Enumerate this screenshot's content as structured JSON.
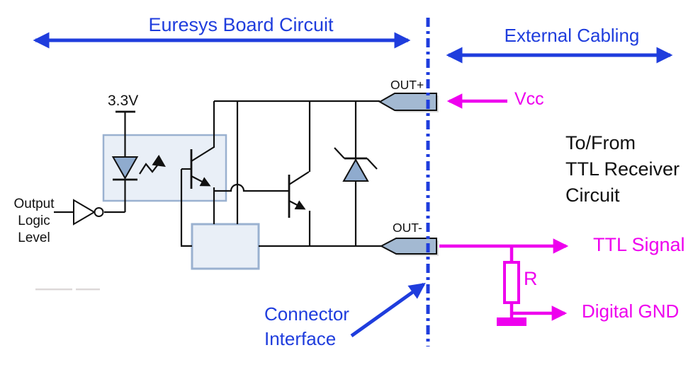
{
  "colors": {
    "blue": "#1f3ddd",
    "magenta": "#ee00ee",
    "circuit": "#111111",
    "box_fill": "#e9eff7",
    "box_border": "#9ab1d0",
    "component_fill": "#8fabce",
    "connector_fill": "#a3b9d2"
  },
  "header": {
    "board_label": "Euresys Board Circuit",
    "cabling_label": "External Cabling"
  },
  "circuit": {
    "supply_label": "3.3V",
    "input_label": "Output\nLogic Level",
    "out_plus_label": "OUT+",
    "out_minus_label": "OUT-"
  },
  "external": {
    "vcc_label": "Vcc",
    "receiver_label": "To/From\nTTL Receiver\nCircuit",
    "ttl_signal_label": "TTL Signal",
    "resistor_label": "R",
    "ground_label": "Digital GND"
  },
  "divider": {
    "label": "Connector\nInterface"
  }
}
